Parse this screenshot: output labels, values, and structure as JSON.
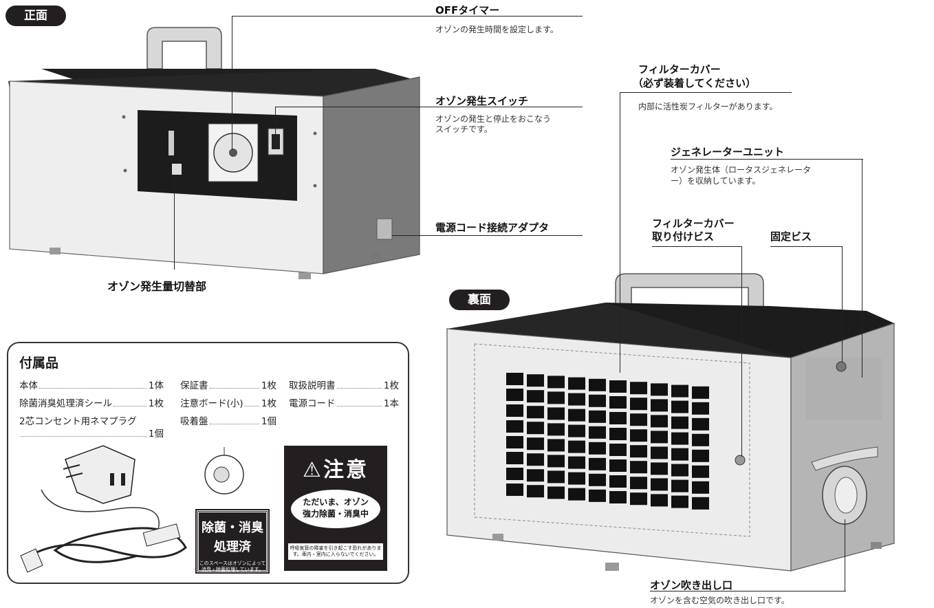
{
  "front": {
    "pill": "正面",
    "off_timer": {
      "title": "OFFタイマー",
      "desc": "オゾンの発生時間を設定します。"
    },
    "switch": {
      "title": "オゾン発生スイッチ",
      "desc1": "オゾンの発生と停止をおこなう",
      "desc2": "スイッチです。"
    },
    "adapter": {
      "title": "電源コード接続アダプタ"
    },
    "volume": {
      "title": "オゾン発生量切替部"
    }
  },
  "back": {
    "pill": "裏面",
    "filter_cover": {
      "title1": "フィルターカバー",
      "title2": "（必ず装着してください）",
      "desc": "内部に活性炭フィルターがあります。"
    },
    "generator": {
      "title": "ジェネレーターユニット",
      "desc1": "オゾン発生体（ロータスジェネレータ",
      "desc2": "ー）を収納しています。"
    },
    "filter_screw": {
      "title1": "フィルターカバー",
      "title2": "取り付けビス"
    },
    "fixing_screw": {
      "title": "固定ビス"
    },
    "outlet": {
      "title": "オゾン吹き出し口",
      "desc": "オゾンを含む空気の吹き出し口です。"
    }
  },
  "accessories": {
    "title": "付属品",
    "items": [
      {
        "name": "本体",
        "qty": "1体"
      },
      {
        "name": "保証書",
        "qty": "1枚"
      },
      {
        "name": "取扱説明書",
        "qty": "1枚"
      },
      {
        "name": "除菌消臭処理済シール",
        "qty": "1枚"
      },
      {
        "name": "注意ボード(小)",
        "qty": "1枚"
      },
      {
        "name": "電源コード",
        "qty": "1本"
      },
      {
        "name": "2芯コンセント用ネマプラグ",
        "qty": "1個"
      },
      {
        "name": "吸着盤",
        "qty": "1個"
      }
    ],
    "seal": {
      "line1": "除菌・消臭",
      "line2": "処理済",
      "note": "このスペースはオゾンによって消臭・除菌処理しています。"
    },
    "caution": {
      "title": "注意",
      "bubble1": "ただいま、オゾン",
      "bubble2": "強力除菌・消臭中",
      "note": "呼吸気管の障害を引き起こす恐れがあります。車内・室内に入らないでください。"
    }
  }
}
